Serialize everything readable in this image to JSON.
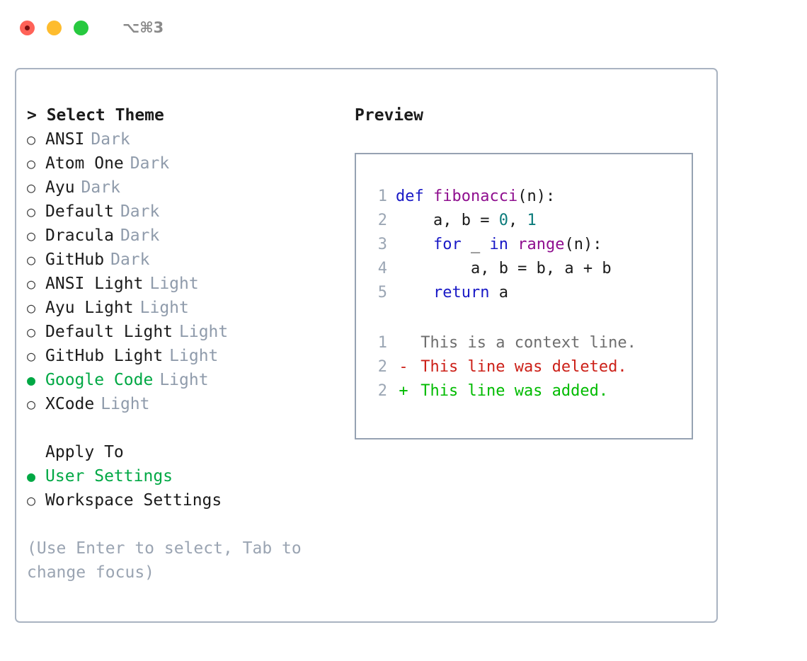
{
  "window": {
    "shortcut_hint": "⌥⌘3",
    "traffic_lights": [
      "close",
      "minimize",
      "maximize"
    ]
  },
  "theme_picker": {
    "heading": "> Select Theme",
    "marker_unselected": "○",
    "marker_selected": "●",
    "items": [
      {
        "name": "ANSI",
        "kind": "Dark",
        "selected": false
      },
      {
        "name": "Atom One",
        "kind": "Dark",
        "selected": false
      },
      {
        "name": "Ayu",
        "kind": "Dark",
        "selected": false
      },
      {
        "name": "Default",
        "kind": "Dark",
        "selected": false
      },
      {
        "name": "Dracula",
        "kind": "Dark",
        "selected": false
      },
      {
        "name": "GitHub",
        "kind": "Dark",
        "selected": false
      },
      {
        "name": "ANSI Light",
        "kind": "Light",
        "selected": false
      },
      {
        "name": "Ayu Light",
        "kind": "Light",
        "selected": false
      },
      {
        "name": "Default Light",
        "kind": "Light",
        "selected": false
      },
      {
        "name": "GitHub Light",
        "kind": "Light",
        "selected": false
      },
      {
        "name": "Google Code",
        "kind": "Light",
        "selected": true
      },
      {
        "name": "XCode",
        "kind": "Light",
        "selected": false
      }
    ]
  },
  "apply_to": {
    "heading": "Apply To",
    "options": [
      {
        "label": "User Settings",
        "selected": true
      },
      {
        "label": "Workspace Settings",
        "selected": false
      }
    ]
  },
  "hint": "(Use Enter to select, Tab to change focus)",
  "preview": {
    "heading": "Preview",
    "code_lines": [
      {
        "num": "1",
        "tokens": [
          {
            "t": "def ",
            "c": "kw"
          },
          {
            "t": "fibonacci",
            "c": "fn"
          },
          {
            "t": "(n):",
            "c": "pl"
          }
        ]
      },
      {
        "num": "2",
        "tokens": [
          {
            "t": "    a, b = ",
            "c": "pl"
          },
          {
            "t": "0",
            "c": "num"
          },
          {
            "t": ", ",
            "c": "pl"
          },
          {
            "t": "1",
            "c": "num"
          }
        ]
      },
      {
        "num": "3",
        "tokens": [
          {
            "t": "    ",
            "c": "pl"
          },
          {
            "t": "for",
            "c": "kw"
          },
          {
            "t": " _ ",
            "c": "pl"
          },
          {
            "t": "in",
            "c": "kw"
          },
          {
            "t": " ",
            "c": "pl"
          },
          {
            "t": "range",
            "c": "fn"
          },
          {
            "t": "(n):",
            "c": "pl"
          }
        ]
      },
      {
        "num": "4",
        "tokens": [
          {
            "t": "        a, b = b, a + b",
            "c": "pl"
          }
        ]
      },
      {
        "num": "5",
        "tokens": [
          {
            "t": "    ",
            "c": "pl"
          },
          {
            "t": "return",
            "c": "kw"
          },
          {
            "t": " a",
            "c": "pl"
          }
        ]
      }
    ],
    "diff_lines": [
      {
        "num": "1",
        "sign": " ",
        "text": "This is a context line.",
        "kind": "ctx"
      },
      {
        "num": "2",
        "sign": "-",
        "text": "This line was deleted.",
        "kind": "del"
      },
      {
        "num": "2",
        "sign": "+",
        "text": "This line was added.",
        "kind": "add"
      }
    ]
  },
  "colors": {
    "accent_green": "#00a844",
    "muted_blue_gray": "#8f9bab",
    "border": "#a9b3c1",
    "keyword": "#1919c6",
    "function": "#8f0f8f",
    "number": "#0b7b7b",
    "diff_delete": "#cc2018",
    "diff_add": "#00bb00",
    "diff_context": "#6e6e6e",
    "traffic_close": "#ff6258",
    "traffic_min": "#febc2e",
    "traffic_max": "#27c93f"
  }
}
